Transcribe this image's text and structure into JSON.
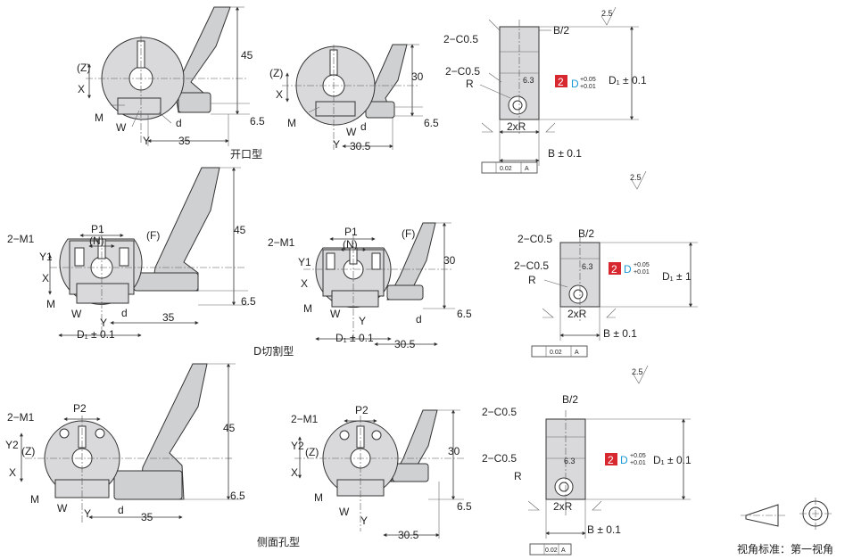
{
  "captions": {
    "open": "开口型",
    "dcut": "D切割型",
    "side": "侧面孔型",
    "projection": "视角标准：第一视角"
  },
  "dims": {
    "d45": "45",
    "d30": "30",
    "d65": "6.5",
    "d35": "35",
    "d305": "30.5",
    "Z": "(Z)",
    "X": "X",
    "Y": "Y",
    "W": "W",
    "M": "M",
    "d": "d",
    "M1": "2−M1",
    "P1": "P1",
    "N": "(N)",
    "F": "(F)",
    "Y1": "Y1",
    "P2": "P2",
    "Y2": "Y2",
    "D1tol": "D₁ ± 0.1"
  },
  "section": {
    "B2": "B/2",
    "C05": "2−C0.5",
    "R": "R",
    "twoxR": "2xR",
    "D1_01": "D₁ ± 0.1",
    "D1_1": "D₁ ± 1",
    "B01": "B ± 0.1",
    "badge": "2",
    "D": "D",
    "tol_up": "+0.05",
    "tol_low": "+0.01",
    "rough63": "6.3",
    "rough25": "2.5",
    "perp_val": "0.02",
    "datum": "A"
  }
}
